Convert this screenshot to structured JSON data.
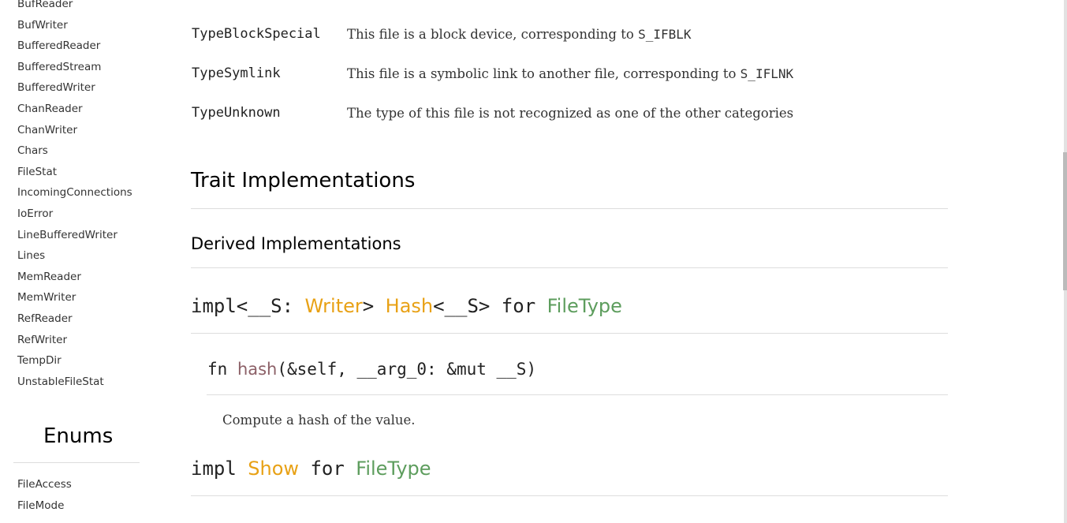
{
  "sidebar": {
    "structs": [
      "BufReader",
      "BufWriter",
      "BufferedReader",
      "BufferedStream",
      "BufferedWriter",
      "ChanReader",
      "ChanWriter",
      "Chars",
      "FileStat",
      "IncomingConnections",
      "IoError",
      "LineBufferedWriter",
      "Lines",
      "MemReader",
      "MemWriter",
      "RefReader",
      "RefWriter",
      "TempDir",
      "UnstableFileStat"
    ],
    "enums_heading": "Enums",
    "enums": [
      "FileAccess",
      "FileMode"
    ]
  },
  "variants": [
    {
      "name": "TypeBlockSpecial",
      "desc": "This file is a block device, corresponding to ",
      "code": "S_IFBLK"
    },
    {
      "name": "TypeSymlink",
      "desc": "This file is a symbolic link to another file, corresponding to ",
      "code": "S_IFLNK"
    },
    {
      "name": "TypeUnknown",
      "desc": "The type of this file is not recognized as one of the other categories",
      "code": ""
    }
  ],
  "trait_impls_heading": "Trait Implementations",
  "derived_heading": "Derived Implementations",
  "impl1": {
    "p1": "impl<__S: ",
    "trait1": "Writer",
    "p2": "> ",
    "trait2": "Hash",
    "p3": "<__S> for ",
    "type": "FileType"
  },
  "method": {
    "p1": "fn ",
    "name": "hash",
    "p2": "(&self, __arg_0: &mut __S)",
    "doc": "Compute a hash of the value."
  },
  "impl2": {
    "p1": "impl ",
    "trait": "Show",
    "p2": " for ",
    "type": "FileType"
  },
  "colors": {
    "trait": "#e8a115",
    "struct": "#5d9d5d",
    "fn": "#8c6067"
  }
}
